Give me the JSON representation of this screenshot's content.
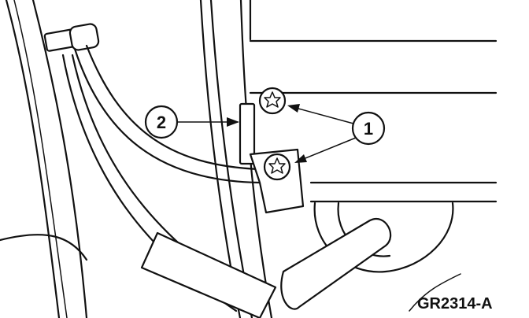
{
  "callouts": [
    {
      "id": "callout-2",
      "label": "2"
    },
    {
      "id": "callout-1",
      "label": "1"
    }
  ],
  "figure_ref": "GR2314-A"
}
